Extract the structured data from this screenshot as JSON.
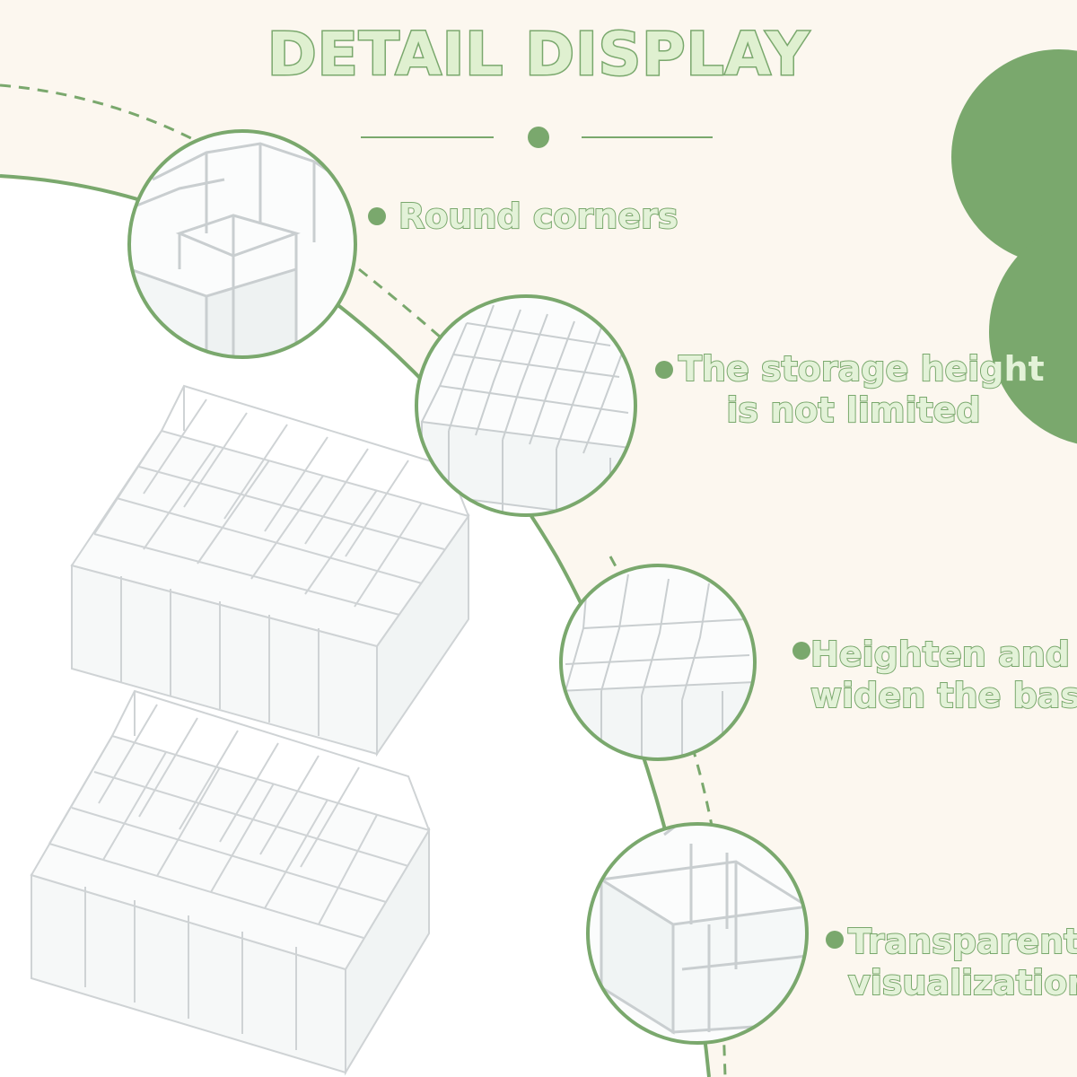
{
  "title": "DETAIL DISPLAY",
  "features": [
    {
      "lines": [
        "Round corners"
      ]
    },
    {
      "lines": [
        "The storage height",
        "is not limited"
      ]
    },
    {
      "lines": [
        "Heighten and",
        "widen the base"
      ]
    },
    {
      "lines": [
        "Transparent",
        "visualization"
      ]
    }
  ],
  "colors": {
    "accent": "#7aa86d",
    "text_fill": "#e3f2d8",
    "background_cream": "#fcf7ef",
    "background_white": "#ffffff"
  }
}
